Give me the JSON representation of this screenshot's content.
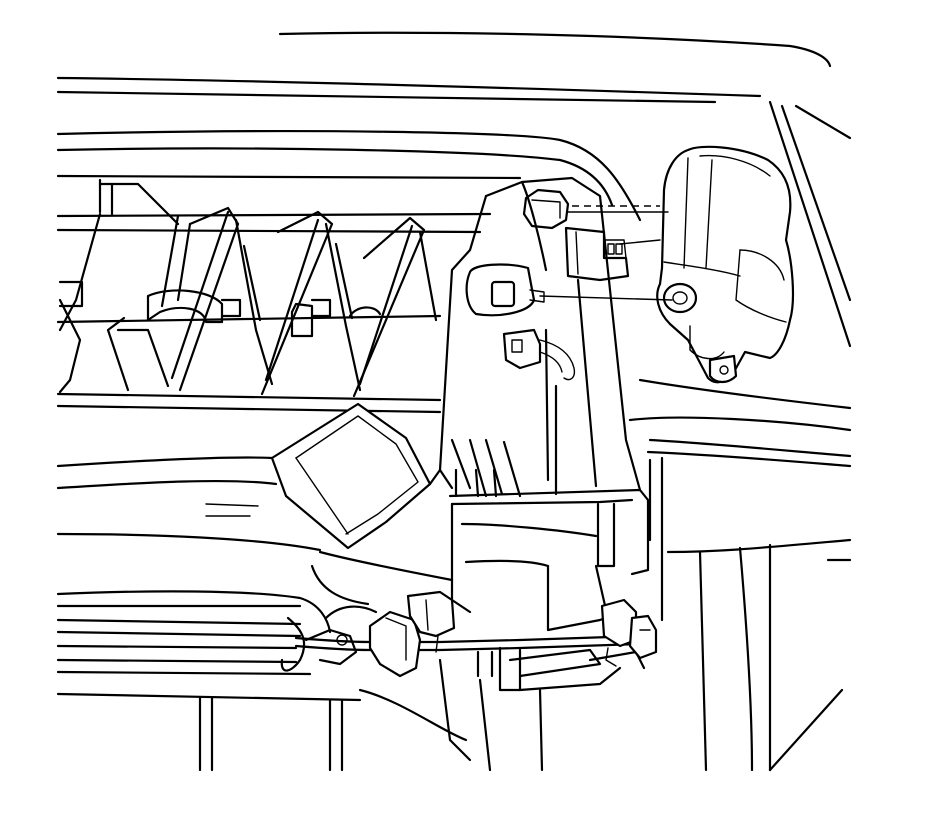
{
  "figure": {
    "kind": "line-art-technical-illustration",
    "subject_parts": [
      "blend-door-actuator",
      "actuator-electrical-connector",
      "actuator-mounting-screw",
      "mounting-nut",
      "hvac-module-housing",
      "dash-panel-cross-braces",
      "wiring-harness",
      "harness-clips"
    ],
    "colors": {
      "line": "#000000",
      "background": "#ffffff"
    }
  }
}
